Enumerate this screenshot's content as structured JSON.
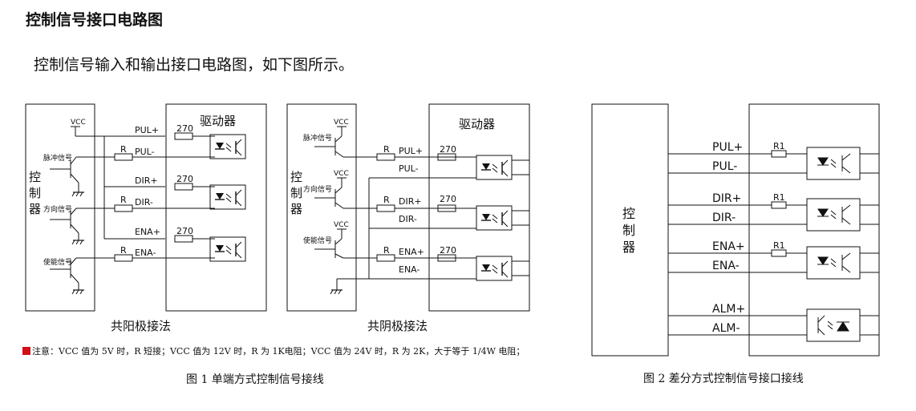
{
  "heading": "控制信号接口电路图",
  "intro": "控制信号输入和输出接口电路图，如下图所示。",
  "note": "注意：VCC 值为 5V 时，R 短接；VCC 值为 12V 时，R 为 1K电阻；VCC 值为 24V 时，R 为 2K，大于等于 1/4W 电阻；",
  "colors": {
    "note_marker": "#d0101a"
  },
  "fig1": {
    "caption": "图 1 单端方式控制信号接线",
    "left_label": "共阳极接法",
    "right_label": "共阴极接法",
    "controller": "控制器",
    "driver": "驱动器",
    "vcc": "VCC",
    "signals": [
      "脉冲信号",
      "方向信号",
      "使能信号"
    ],
    "resistor_r": "R",
    "resistor_270": "270",
    "pins": [
      "PUL+",
      "PUL-",
      "DIR+",
      "DIR-",
      "ENA+",
      "ENA-"
    ]
  },
  "fig2": {
    "caption": "图 2 差分方式控制信号接口接线",
    "controller": "控制器",
    "r1": "R1",
    "pins": [
      "PUL+",
      "PUL-",
      "DIR+",
      "DIR-",
      "ENA+",
      "ENA-",
      "ALM+",
      "ALM-"
    ]
  }
}
